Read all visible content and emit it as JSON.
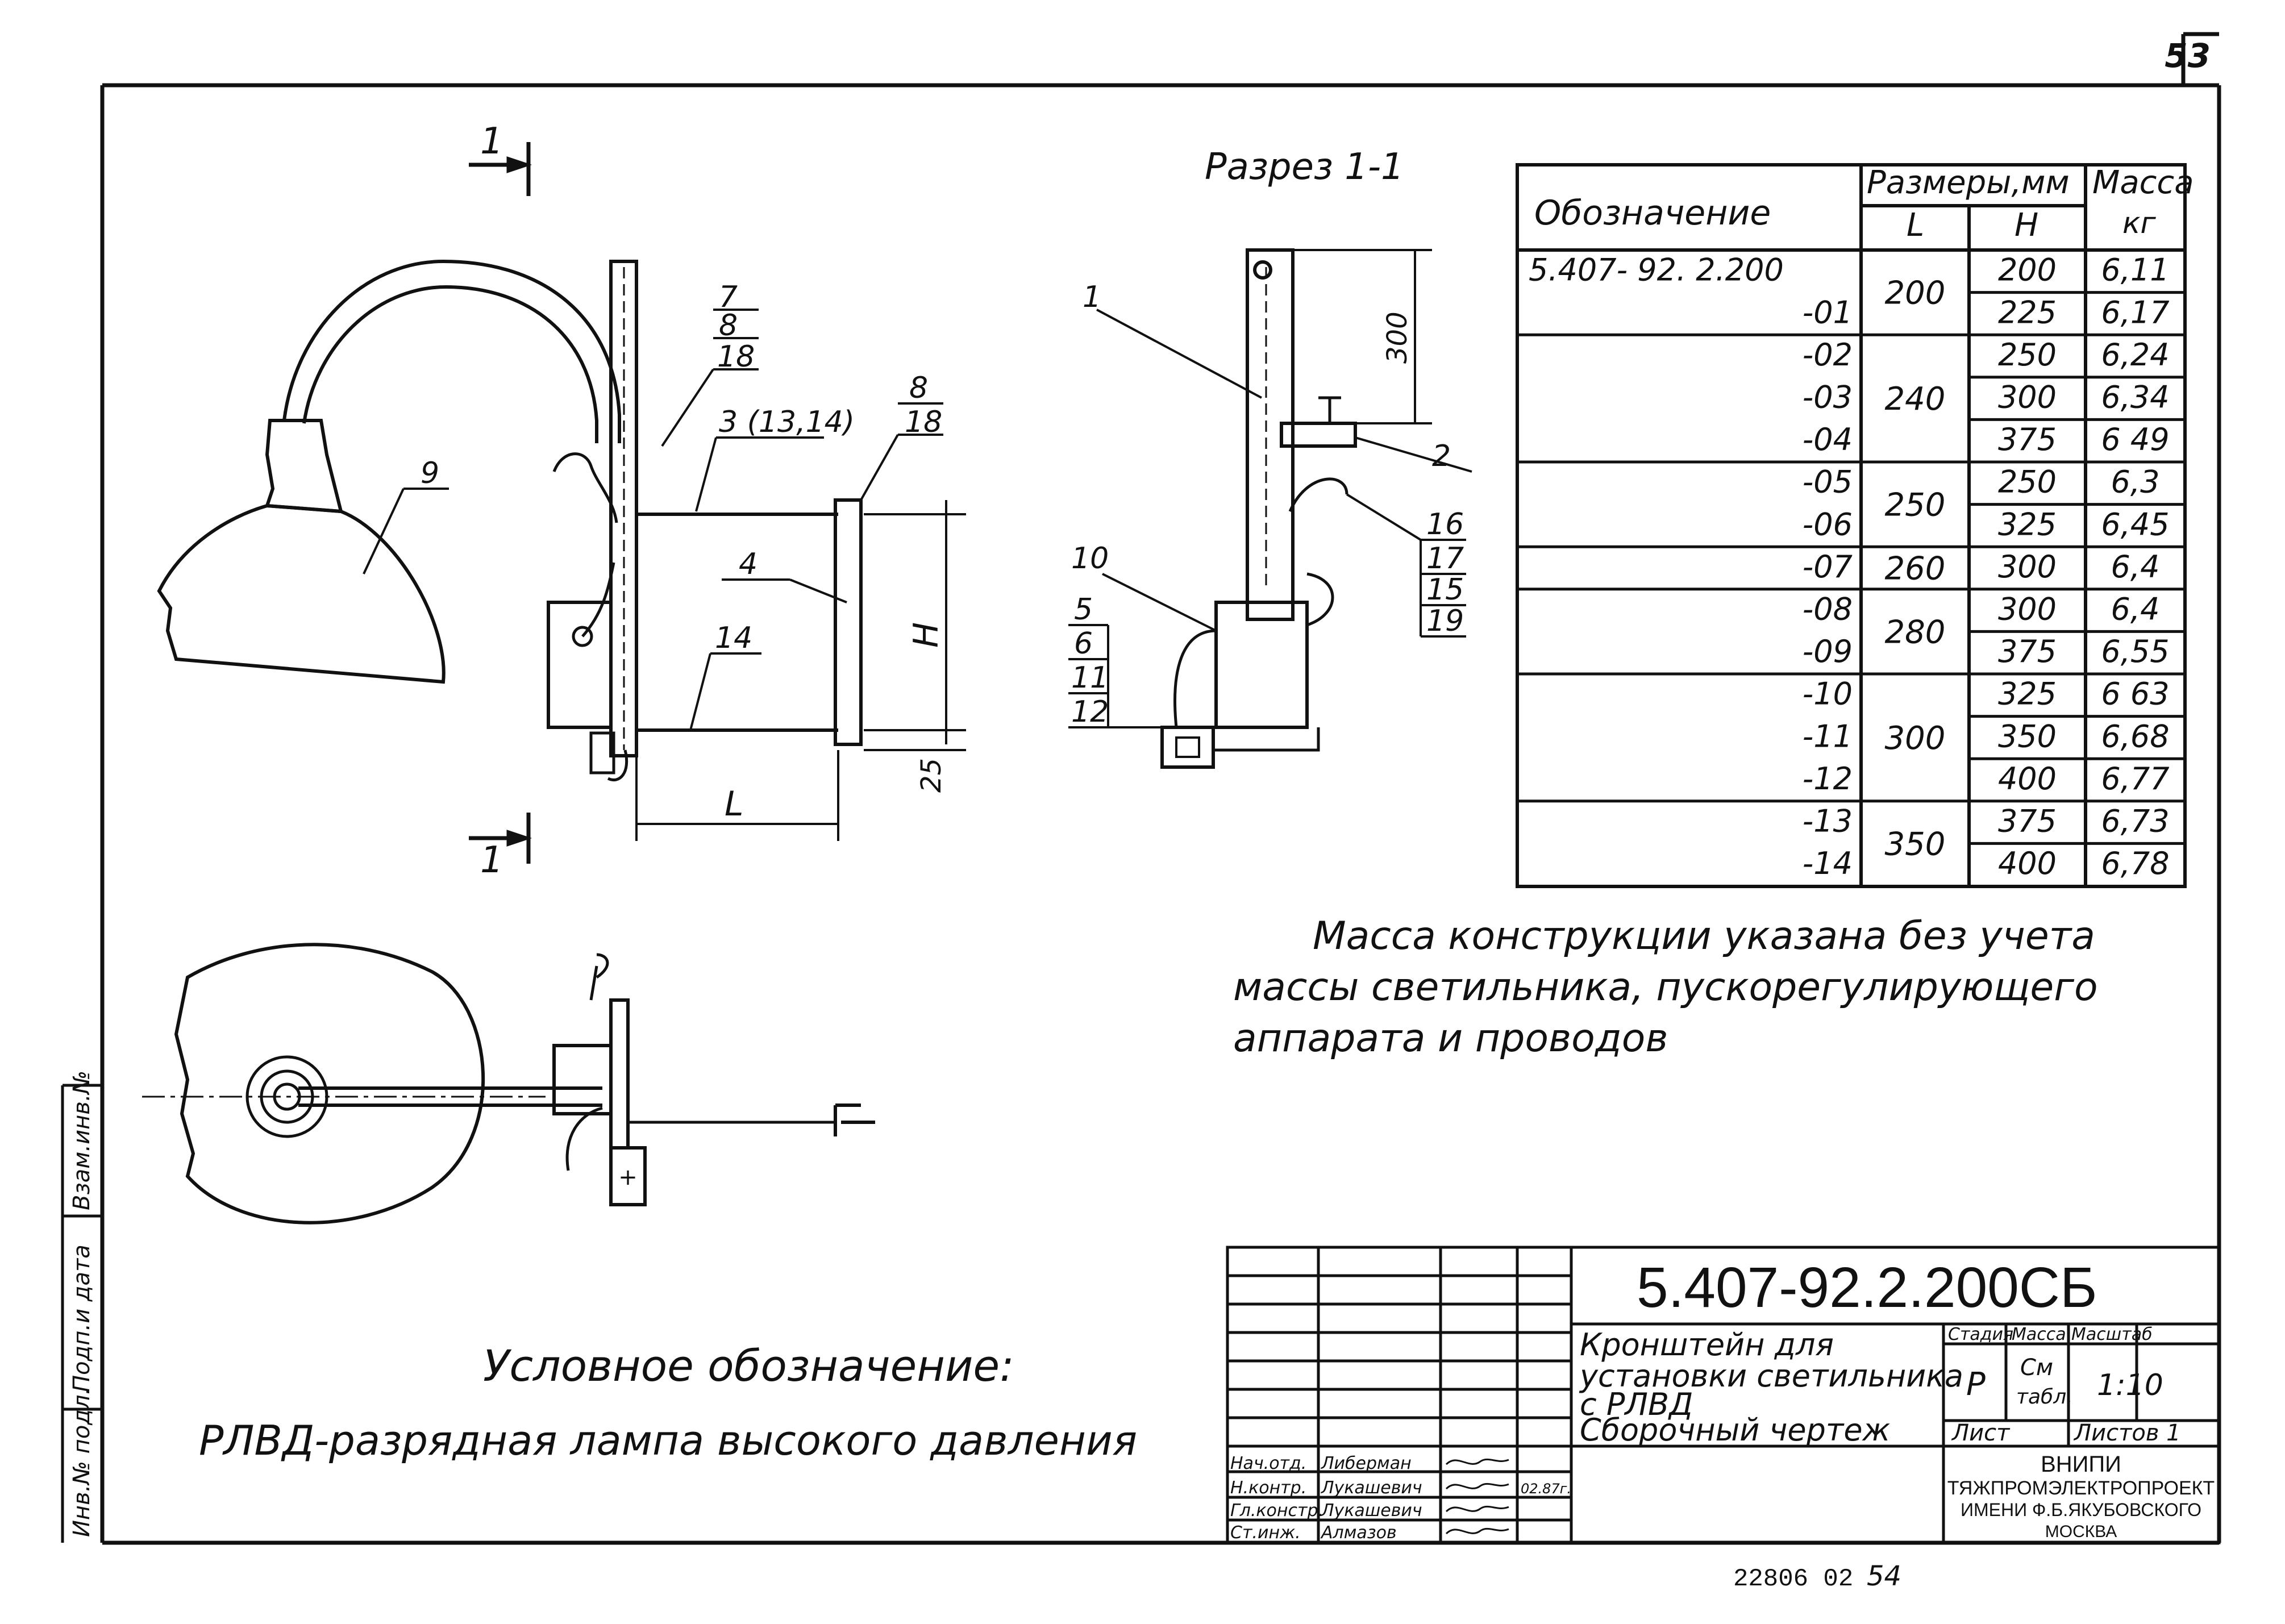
{
  "page": {
    "sheet_number": "53",
    "bottom_code": "22806 02",
    "bottom_page": "54"
  },
  "drawing": {
    "section_title": "Разрез 1-1",
    "cut_marker": "1",
    "callouts": {
      "c1": "1",
      "c2": "2",
      "c3": "3 (13,14)",
      "c4": "4",
      "c5": "5",
      "c6": "6",
      "c7": "7",
      "c8": "8",
      "c9": "9",
      "c10": "10",
      "c11": "11",
      "c12": "12",
      "c14": "14",
      "c15": "15",
      "c16": "16",
      "c17": "17",
      "c18": "18",
      "c19": "19"
    },
    "dims": {
      "L": "L",
      "H": "H",
      "d25": "25",
      "d300": "300"
    }
  },
  "table": {
    "col_designation": "Обозначение",
    "col_sizes": "Размеры,мм",
    "col_mass": "Масса",
    "col_mass_unit": "кг",
    "col_L": "L",
    "col_H": "H",
    "rows": [
      {
        "designation": "5.407- 92. 2.200",
        "H": "200",
        "mass": "6,11"
      },
      {
        "designation": "-01",
        "H": "225",
        "mass": "6,17"
      },
      {
        "designation": "-02",
        "H": "250",
        "mass": "6,24"
      },
      {
        "designation": "-03",
        "H": "300",
        "mass": "6,34"
      },
      {
        "designation": "-04",
        "H": "375",
        "mass": "6 49"
      },
      {
        "designation": "-05",
        "H": "250",
        "mass": "6,3"
      },
      {
        "designation": "-06",
        "H": "325",
        "mass": "6,45"
      },
      {
        "designation": "-07",
        "H": "300",
        "mass": "6,4"
      },
      {
        "designation": "-08",
        "H": "300",
        "mass": "6,4"
      },
      {
        "designation": "-09",
        "H": "375",
        "mass": "6,55"
      },
      {
        "designation": "-10",
        "H": "325",
        "mass": "6 63"
      },
      {
        "designation": "-11",
        "H": "350",
        "mass": "6,68"
      },
      {
        "designation": "-12",
        "H": "400",
        "mass": "6,77"
      },
      {
        "designation": "-13",
        "H": "375",
        "mass": "6,73"
      },
      {
        "designation": "-14",
        "H": "400",
        "mass": "6,78"
      }
    ],
    "l_groups": [
      {
        "L": "200"
      },
      {
        "L": "240"
      },
      {
        "L": "250"
      },
      {
        "L": "260"
      },
      {
        "L": "280"
      },
      {
        "L": "300"
      },
      {
        "L": "350"
      }
    ]
  },
  "note": {
    "line1": "Масса конструкции указана без учета",
    "line2": "массы светильника, пускорегулирующего",
    "line3": "аппарата и проводов"
  },
  "legend": {
    "title": "Условное обозначение:",
    "text": "РЛВД-разрядная лампа высокого давления"
  },
  "side_stamp": {
    "inv_no": "Взам.инв.№",
    "sign_date": "Подп.и дата",
    "orig_no": "Инв.№ подл."
  },
  "title_block": {
    "doc_code": "5.407-92.2.200СБ",
    "name_line1": "Кронштейн для",
    "name_line2": "установки светильника",
    "name_line3": "с РЛВД",
    "name_line4": "Сборочный чертеж",
    "stage_label": "Стадия",
    "mass_label": "Масса",
    "scale_label": "Масштаб",
    "stage_value": "Р",
    "mass_value_1": "См",
    "mass_value_2": "табл.",
    "scale_value": "1:10",
    "sheet_label": "Лист",
    "sheets_label": "Листов 1",
    "org_line1": "ВНИПИ",
    "org_line2": "ТЯЖПРОМЭЛЕКТРОПРОЕКТ",
    "org_line3": "ИМЕНИ Ф.Б.ЯКУБОВСКОГО",
    "org_line4": "МОСКВА",
    "sign_rows": [
      {
        "role": "Нач.отд.",
        "name": "Либерман",
        "date": ""
      },
      {
        "role": "Н.контр.",
        "name": "Лукашевич",
        "date": "02.87г."
      },
      {
        "role": "Гл.констр.",
        "name": "Лукашевич",
        "date": ""
      },
      {
        "role": "Ст.инж.",
        "name": "Алмазов",
        "date": ""
      }
    ]
  }
}
